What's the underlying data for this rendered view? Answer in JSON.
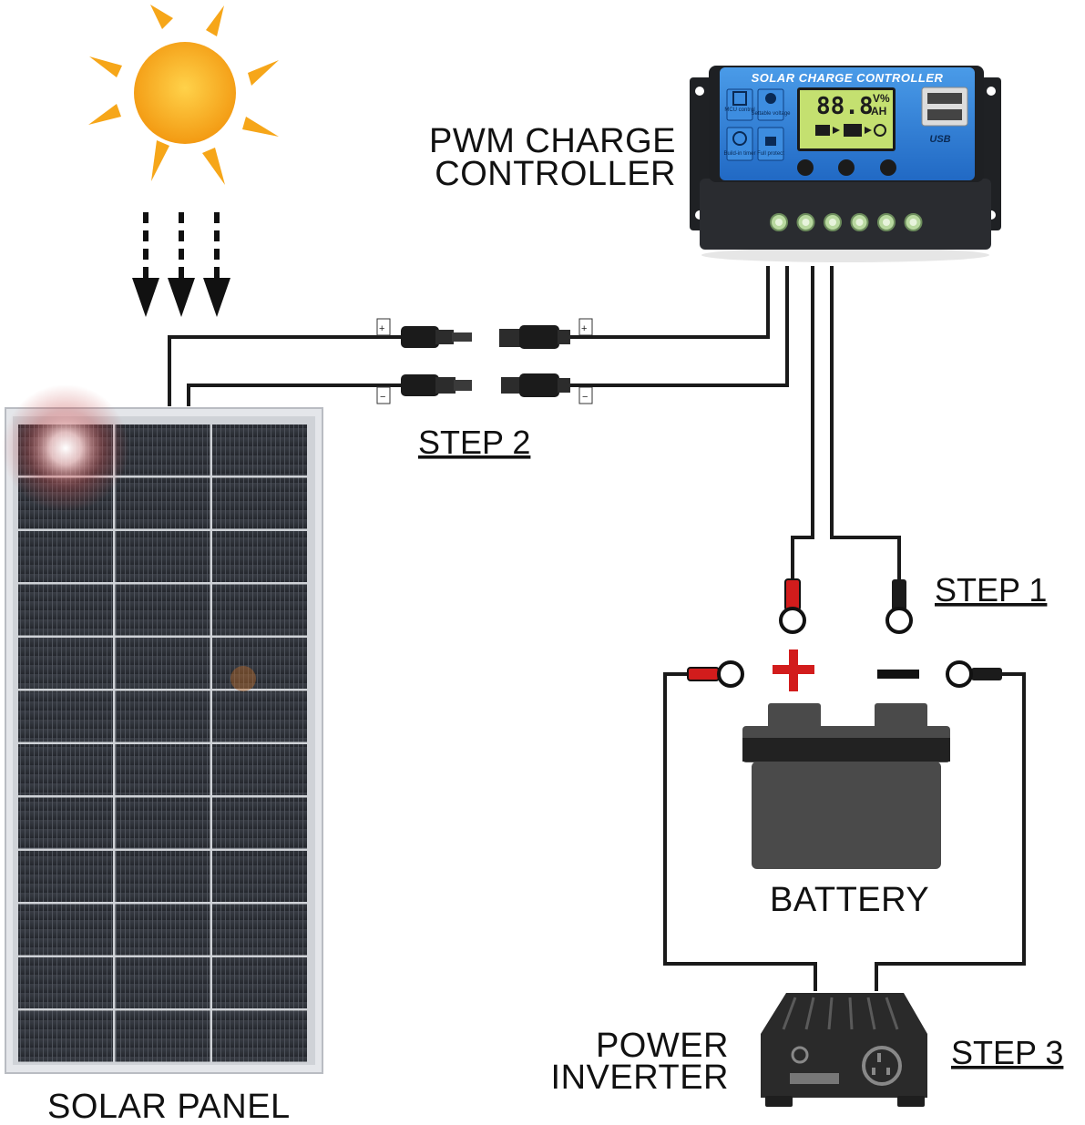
{
  "labels": {
    "controller_line1": "PWM CHARGE",
    "controller_line2": "CONTROLLER",
    "step1": "STEP 1",
    "step2": "STEP 2",
    "step3": "STEP 3",
    "battery": "BATTERY",
    "solar_panel": "SOLAR PANEL",
    "inverter_line1": "POWER",
    "inverter_line2": "INVERTER"
  },
  "controller": {
    "title": "SOLAR CHARGE CONTROLLER",
    "lcd_digits": "88.8",
    "lcd_unit_top": "V%",
    "lcd_unit_bottom": "AH",
    "icon_labels": [
      "MCU control",
      "Settable voltage",
      "Build-in timer",
      "Full protect"
    ],
    "usb_label": "USB"
  },
  "connectors": {
    "plus": "+",
    "minus": "−"
  },
  "colors": {
    "controller_blue": "#2b7fd8",
    "controller_body": "#2a2c30",
    "lcd_green": "#c4e070",
    "sun": "#f6a619",
    "battery": "#4a4a4a",
    "positive_red": "#d21c1c",
    "panel_cell": "#2b2e34"
  }
}
